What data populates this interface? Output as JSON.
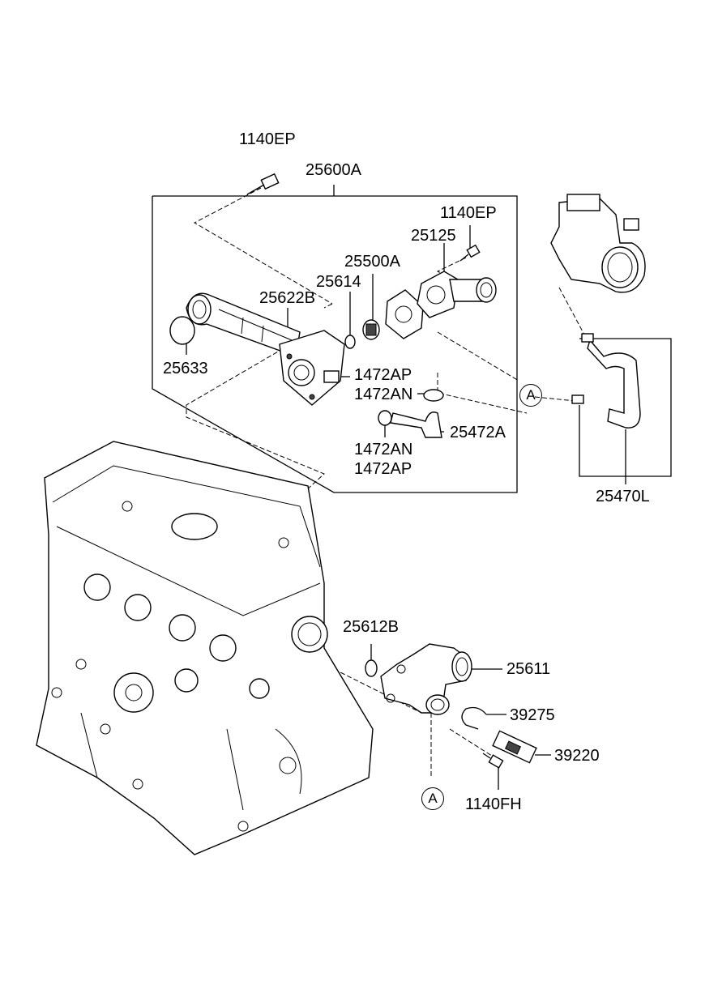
{
  "labels": {
    "bolt_top": "1140EP",
    "assembly": "25600A",
    "bolt_right": "1140EP",
    "p25125": "25125",
    "p25500A": "25500A",
    "p25614": "25614",
    "p25622B": "25622B",
    "p25633": "25633",
    "clamp_ap_top": "1472AP",
    "clamp_an_top": "1472AN",
    "hose_25472A": "25472A",
    "clamp_an_bottom": "1472AN",
    "clamp_ap_bottom": "1472AP",
    "hose_25470L": "25470L",
    "gasket_25612B": "25612B",
    "housing_25611": "25611",
    "clip_39275": "39275",
    "sensor_39220": "39220",
    "bolt_1140FH": "1140FH",
    "ref_a_top": "A",
    "ref_a_bottom": "A"
  }
}
